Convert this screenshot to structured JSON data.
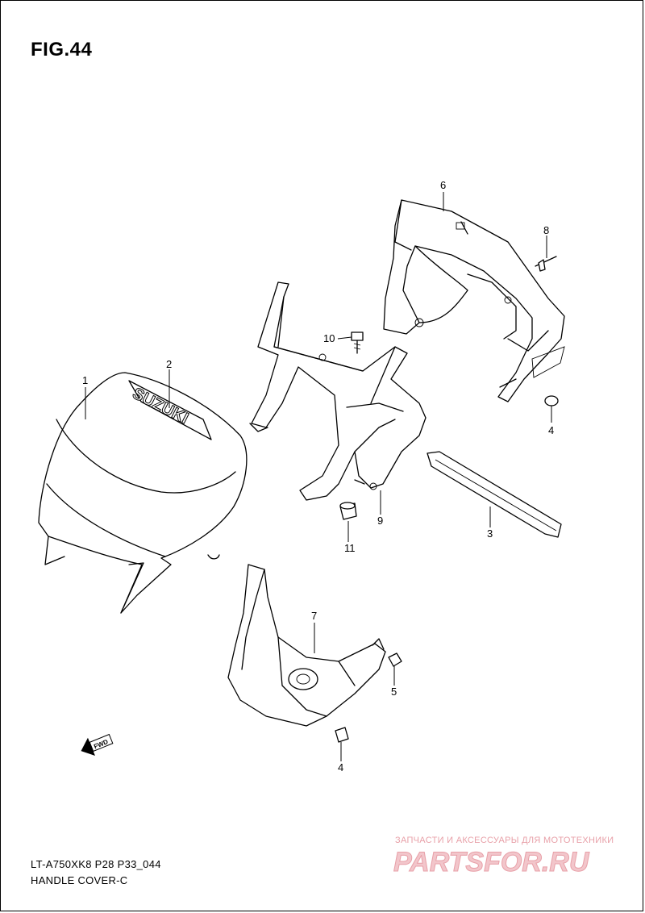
{
  "figure": {
    "title": "FIG.44"
  },
  "callouts": [
    {
      "id": "c1",
      "label": "1"
    },
    {
      "id": "c2",
      "label": "2"
    },
    {
      "id": "c3",
      "label": "3"
    },
    {
      "id": "c4a",
      "label": "4"
    },
    {
      "id": "c4b",
      "label": "4"
    },
    {
      "id": "c5",
      "label": "5"
    },
    {
      "id": "c6",
      "label": "6"
    },
    {
      "id": "c7",
      "label": "7"
    },
    {
      "id": "c8",
      "label": "8"
    },
    {
      "id": "c9",
      "label": "9"
    },
    {
      "id": "c10",
      "label": "10"
    },
    {
      "id": "c11",
      "label": "11"
    }
  ],
  "emblem_text": "SUZUKI",
  "fwd_label": "FWD",
  "footer": {
    "model_code": "LT-A750XK8 P28 P33_044",
    "section_title": "HANDLE COVER-C"
  },
  "watermark": {
    "tagline": "ЗАПЧАСТИ И АКСЕССУАРЫ ДЛЯ МОТОТЕХНИКИ",
    "brand": "PARTSFOR.RU",
    "color": "#e8a0a8"
  }
}
